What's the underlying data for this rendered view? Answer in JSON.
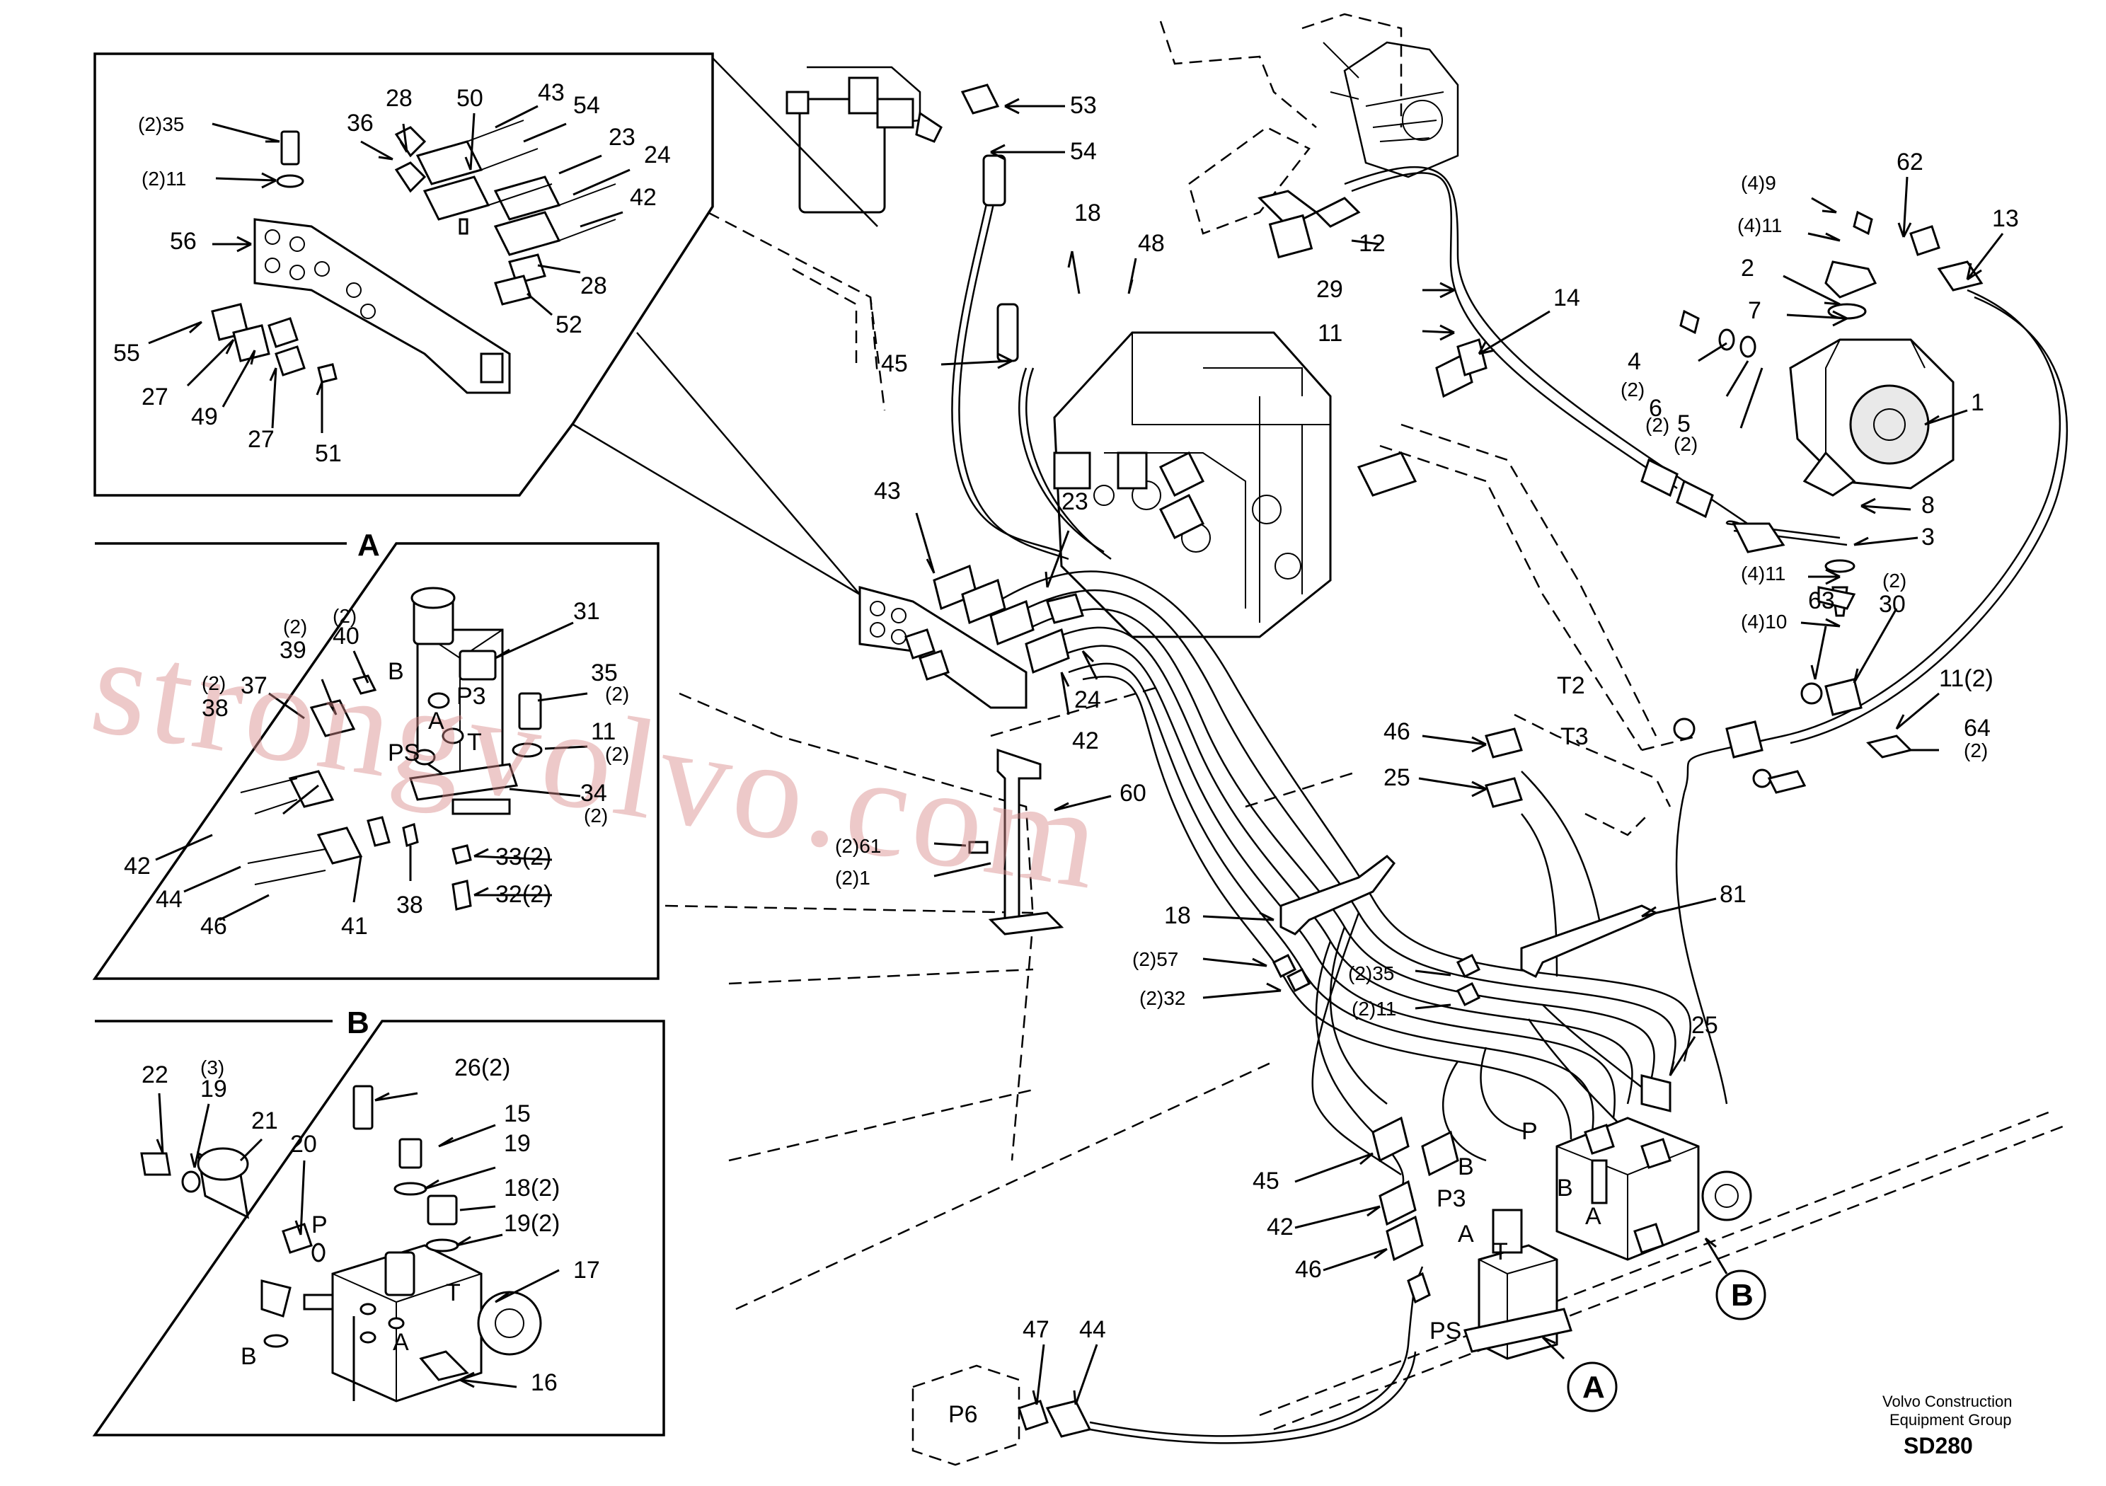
{
  "watermark": "strongvolvo.com",
  "footer": {
    "company_line1": "Volvo Construction",
    "company_line2": "Equipment Group",
    "code": "SD280"
  },
  "detail_a_title": "A",
  "detail_b_title": "B",
  "callout_a": "A",
  "callout_b": "B",
  "labels": {
    "inset": [
      "(2)35",
      "(2)11",
      "56",
      "55",
      "27",
      "49",
      "27",
      "51",
      "36",
      "28",
      "50",
      "43",
      "54",
      "23",
      "24",
      "42",
      "28",
      "52"
    ],
    "a": [
      "31",
      "35",
      "(2)",
      "11",
      "(2)",
      "34",
      "(2)",
      "33(2)",
      "32(2)",
      "(2)",
      "40",
      "(2)",
      "39",
      "(2)",
      "38",
      "37",
      "42",
      "44",
      "46",
      "41",
      "38"
    ],
    "a_ports": [
      "B",
      "P3",
      "A",
      "T",
      "PS"
    ],
    "b": [
      "22",
      "(3)",
      "19",
      "21",
      "20",
      "P",
      "26(2)",
      "15",
      "19",
      "18(2)",
      "19(2)",
      "17",
      "B",
      "A",
      "T",
      "16"
    ],
    "main": [
      "53",
      "54",
      "18",
      "48",
      "45",
      "12",
      "29",
      "11",
      "14",
      "(4)9",
      "(4)11",
      "62",
      "13",
      "2",
      "7",
      "4",
      "(2)",
      "6",
      "(2)",
      "5",
      "(2)",
      "1",
      "8",
      "3",
      "(4)11",
      "(4)10",
      "63",
      "(2)",
      "30",
      "11(2)",
      "64",
      "(2)",
      "43",
      "23",
      "42",
      "24",
      "60",
      "(2)61",
      "(2)1",
      "18",
      "(2)57",
      "(2)32",
      "(2)35",
      "(2)11",
      "46",
      "25",
      "T2",
      "T3",
      "81",
      "25",
      "45",
      "42",
      "46",
      "P",
      "P3",
      "B",
      "A",
      "T",
      "PS",
      "B",
      "A",
      "47",
      "44",
      "P6"
    ]
  }
}
